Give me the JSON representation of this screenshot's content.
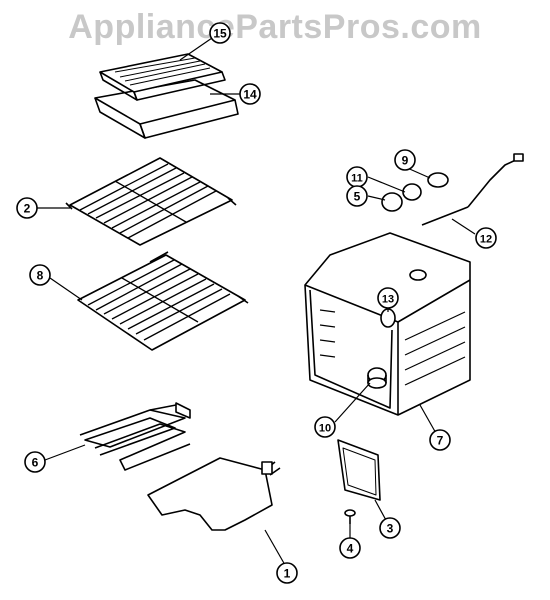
{
  "watermark": "AppliancePartsPros.com",
  "callouts": [
    {
      "id": "c15",
      "label": "15"
    },
    {
      "id": "c14",
      "label": "14"
    },
    {
      "id": "c2",
      "label": "2"
    },
    {
      "id": "c8",
      "label": "8"
    },
    {
      "id": "c9",
      "label": "9"
    },
    {
      "id": "c11",
      "label": "11"
    },
    {
      "id": "c5",
      "label": "5"
    },
    {
      "id": "c12",
      "label": "12"
    },
    {
      "id": "c13",
      "label": "13"
    },
    {
      "id": "c10",
      "label": "10"
    },
    {
      "id": "c7",
      "label": "7"
    },
    {
      "id": "c6",
      "label": "6"
    },
    {
      "id": "c3",
      "label": "3"
    },
    {
      "id": "c4",
      "label": "4"
    },
    {
      "id": "c1",
      "label": "1"
    }
  ]
}
